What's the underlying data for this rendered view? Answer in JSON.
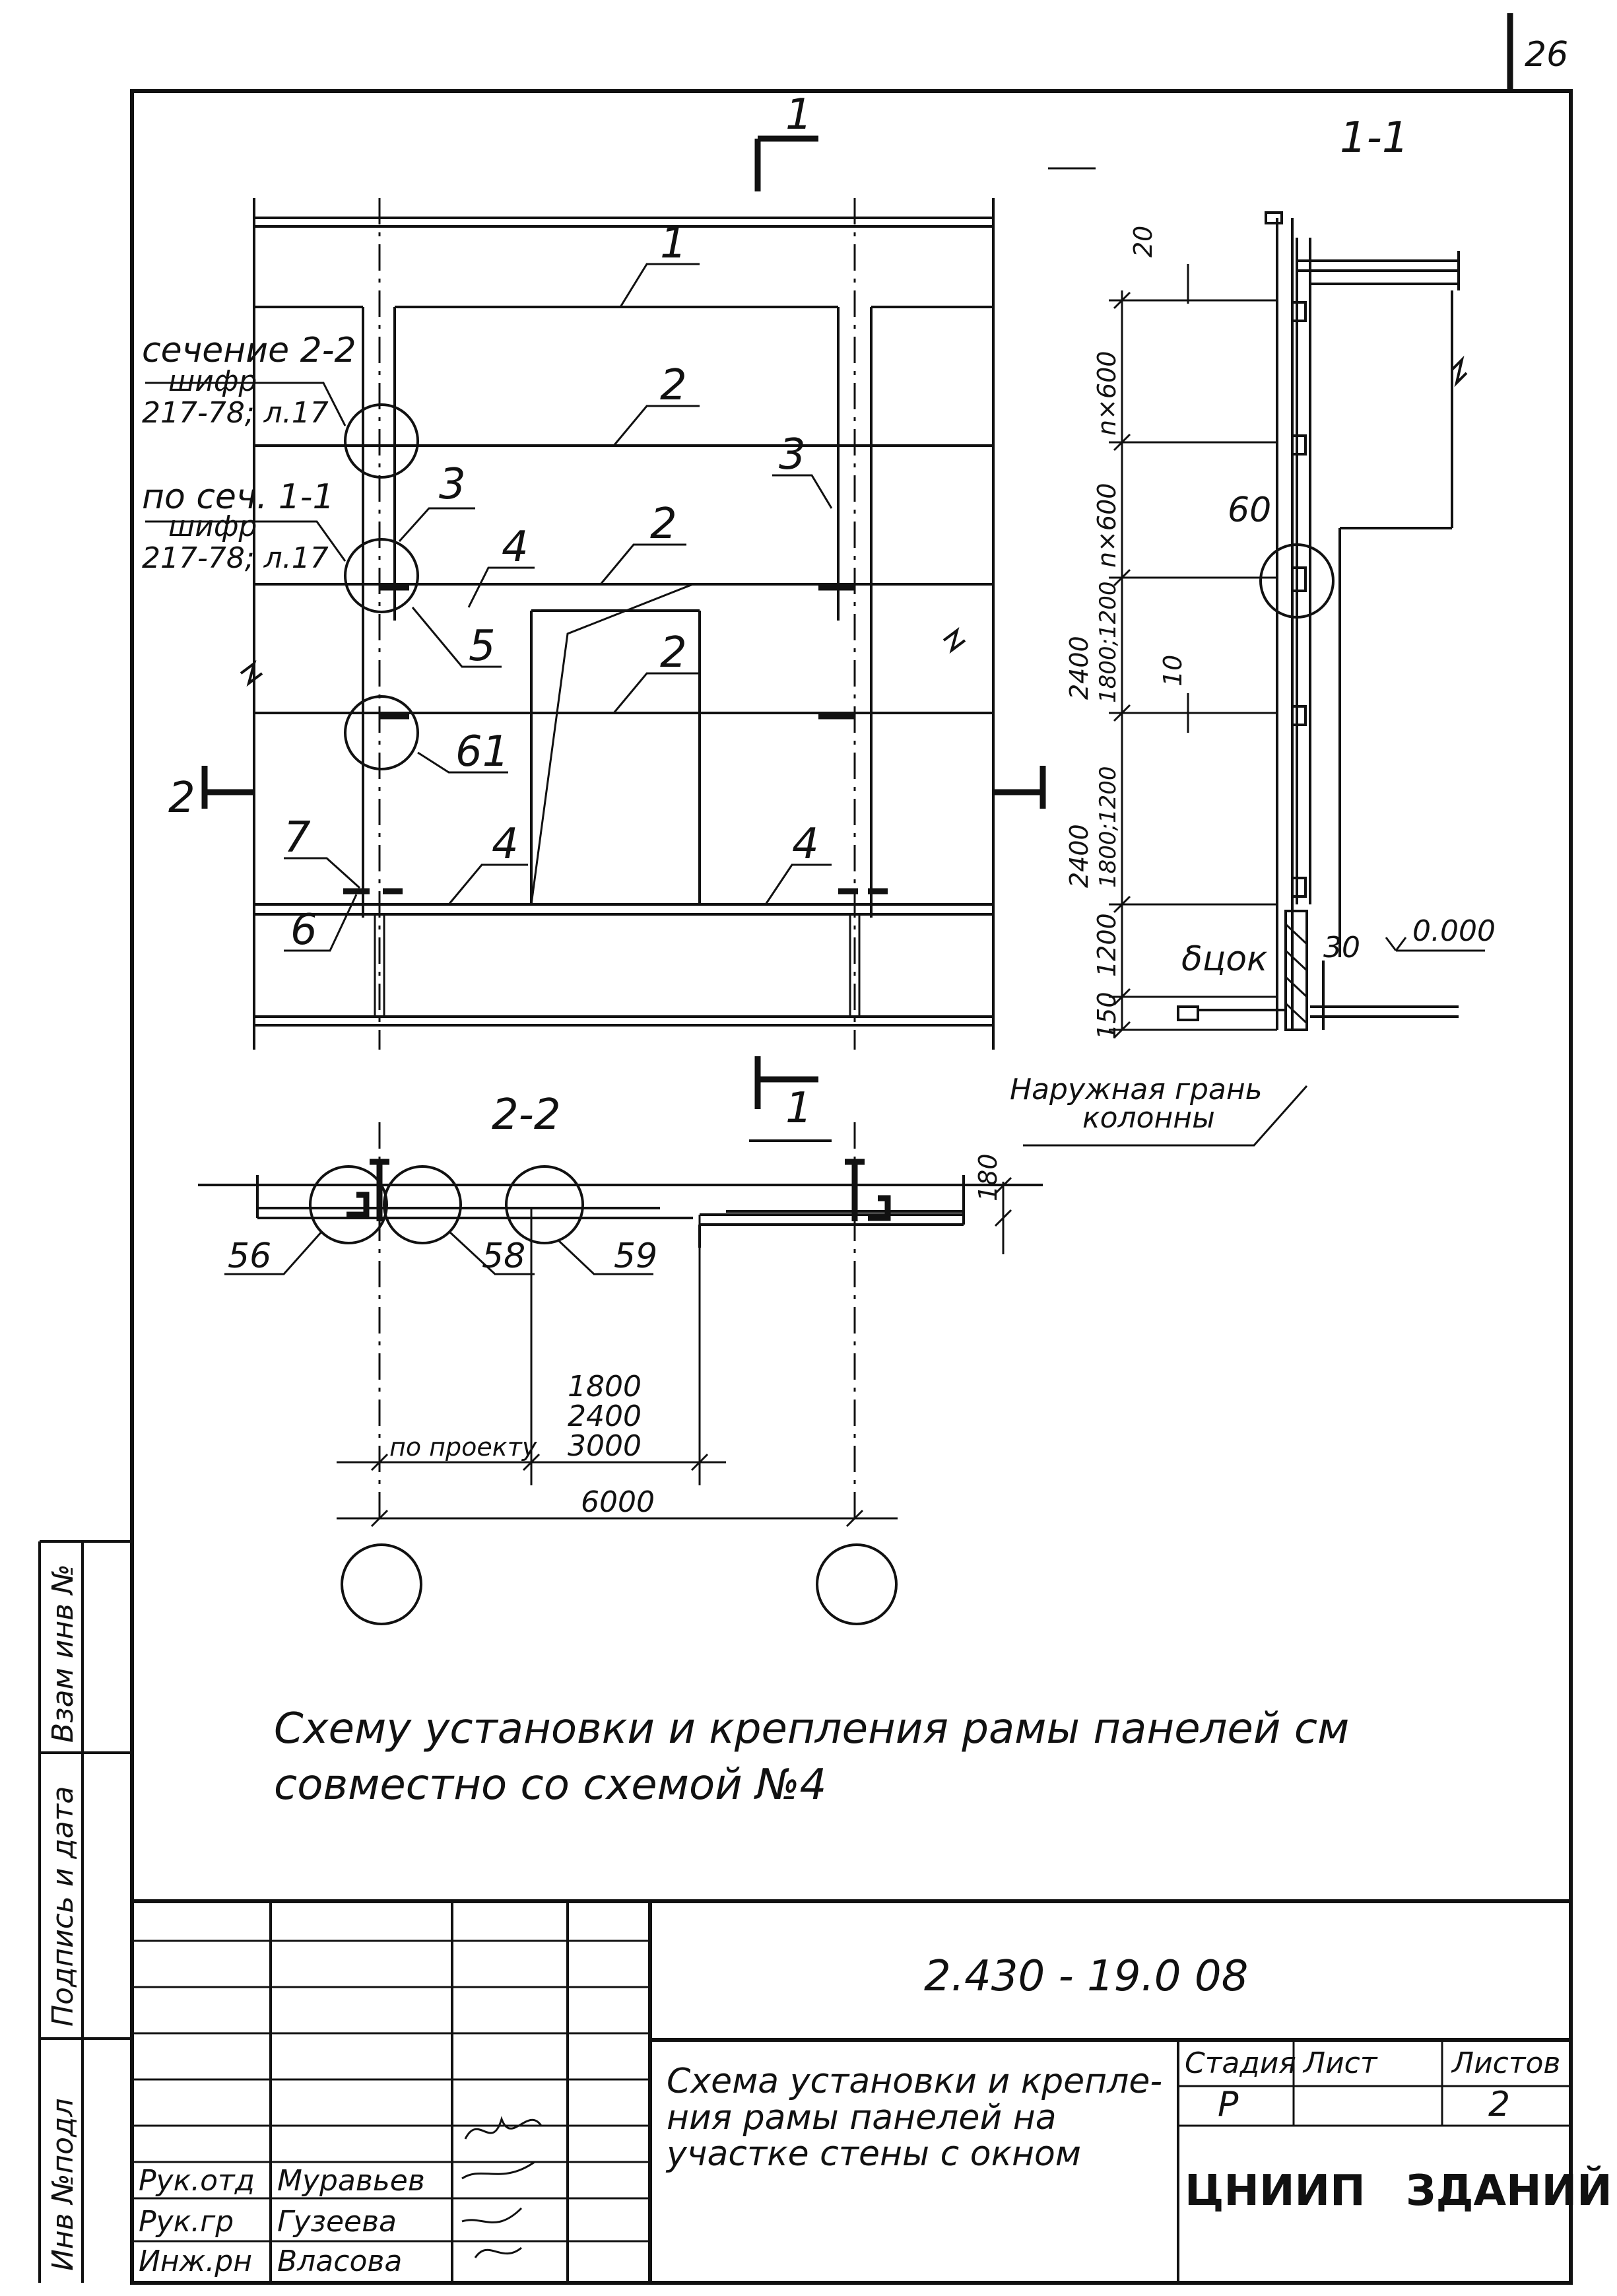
{
  "page_number": "26",
  "section_marks": {
    "s11_top": "1",
    "s11_bottom": "1",
    "s22_left": "2",
    "s11_title": "1-1",
    "s22_title": "2-2"
  },
  "callouts": {
    "c1": "1",
    "c2a": "2",
    "c2b": "2",
    "c2c": "2",
    "c3a": "3",
    "c3b": "3",
    "c4a": "4",
    "c4b": "4",
    "c4c": "4",
    "c5": "5",
    "c6": "6",
    "c7": "7",
    "c61": "61",
    "c60": "60",
    "c56": "56",
    "c58": "58",
    "c59": "59"
  },
  "references": {
    "sec22_label": "сечение 2-2",
    "sec22_doc": "шифр",
    "sec22_sheet": "217-78; л.17",
    "sec11_label": "по сеч. 1-1",
    "sec11_doc": "шифр",
    "sec11_sheet": "217-78; л.17"
  },
  "dimensions_11": {
    "d20": "20",
    "d_nx600_a": "n×600",
    "d_nx600_b": "n×600",
    "d2400_a": "2400",
    "d1800_1200_a": "1800;1200",
    "d10": "10",
    "d2400_b": "2400",
    "d1800_1200_b": "1800;1200",
    "d1200": "1200",
    "d150": "150",
    "d_tsok": "δцок",
    "d30": "30",
    "level": "0.000",
    "outer_face_1": "Наружная грань",
    "outer_face_2": "колонны"
  },
  "dimensions_22": {
    "d180": "180",
    "by_project": "по проекту",
    "w1800": "1800",
    "w2400": "2400",
    "w3000": "3000",
    "span": "6000"
  },
  "note_line1": "Схему установки и крепления рамы панелей см",
  "note_line2": "совместно со схемой №4",
  "side_stamp": {
    "inv": "Инв №подл",
    "sign_date": "Подпись и дата",
    "replace_inv": "Взам инв №"
  },
  "title_block": {
    "doc_code": "2.430 - 19.0 08",
    "description_1": "Схема установки и крепле-",
    "description_2": "ния рамы панелей на",
    "description_3": "участке стены с окном",
    "stage_label": "Стадия",
    "stage_value": "Р",
    "sheet_label": "Лист",
    "sheets_label": "Листов",
    "sheets_value": "2",
    "org_left": "ЦНИИП",
    "org_right": "ЗДАНИЙ",
    "roles": [
      {
        "role": "Рук.отд",
        "name": "Муравьев"
      },
      {
        "role": "Рук.гр",
        "name": "Гузеева"
      },
      {
        "role": "Инж.рн",
        "name": "Власова"
      }
    ]
  }
}
